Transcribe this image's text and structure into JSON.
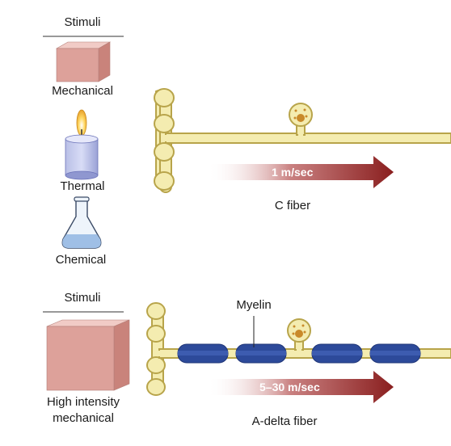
{
  "top_panel": {
    "stimuli_header": "Stimuli",
    "stimuli": [
      {
        "label": "Mechanical",
        "icon": "brick-icon"
      },
      {
        "label": "Thermal",
        "icon": "candle-icon"
      },
      {
        "label": "Chemical",
        "icon": "flask-icon"
      }
    ],
    "speed_label": "1 m/sec",
    "fiber_label": "C fiber"
  },
  "bottom_panel": {
    "stimuli_header": "Stimuli",
    "stimulus_label_line1": "High intensity",
    "stimulus_label_line2": "mechanical",
    "myelin_label": "Myelin",
    "speed_label": "5–30 m/sec",
    "fiber_label": "A-delta fiber"
  },
  "colors": {
    "axon_fill": "#f4ecb0",
    "axon_outline": "#b8a44a",
    "myelin": "#2d4a9a",
    "arrow_dark": "#8a1f1f",
    "brick": "#d89a94"
  }
}
